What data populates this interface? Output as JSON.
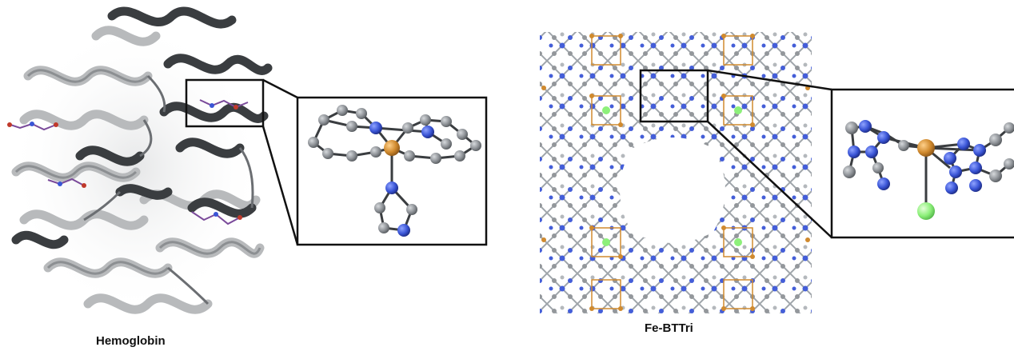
{
  "panels": [
    {
      "id": "hemoglobin",
      "label": "Hemoglobin",
      "content": "protein ribbon structure with highlighted heme site"
    },
    {
      "id": "fe-bttri",
      "label": "Fe-BTTri",
      "content": "metal-organic framework lattice with highlighted iron site"
    }
  ],
  "colors": {
    "ribbon_dark": "#3a3d40",
    "ribbon_light": "#b8babc",
    "carbon_atom": "#8d9196",
    "nitrogen_atom": "#3a55d6",
    "iron_atom": "#d08a2e",
    "chlorine_atom": "#8df07a",
    "frame": "#111111"
  },
  "icons": [
    "hemoglobin-structure",
    "heme-site-zoom",
    "mof-lattice",
    "fe-site-zoom"
  ]
}
